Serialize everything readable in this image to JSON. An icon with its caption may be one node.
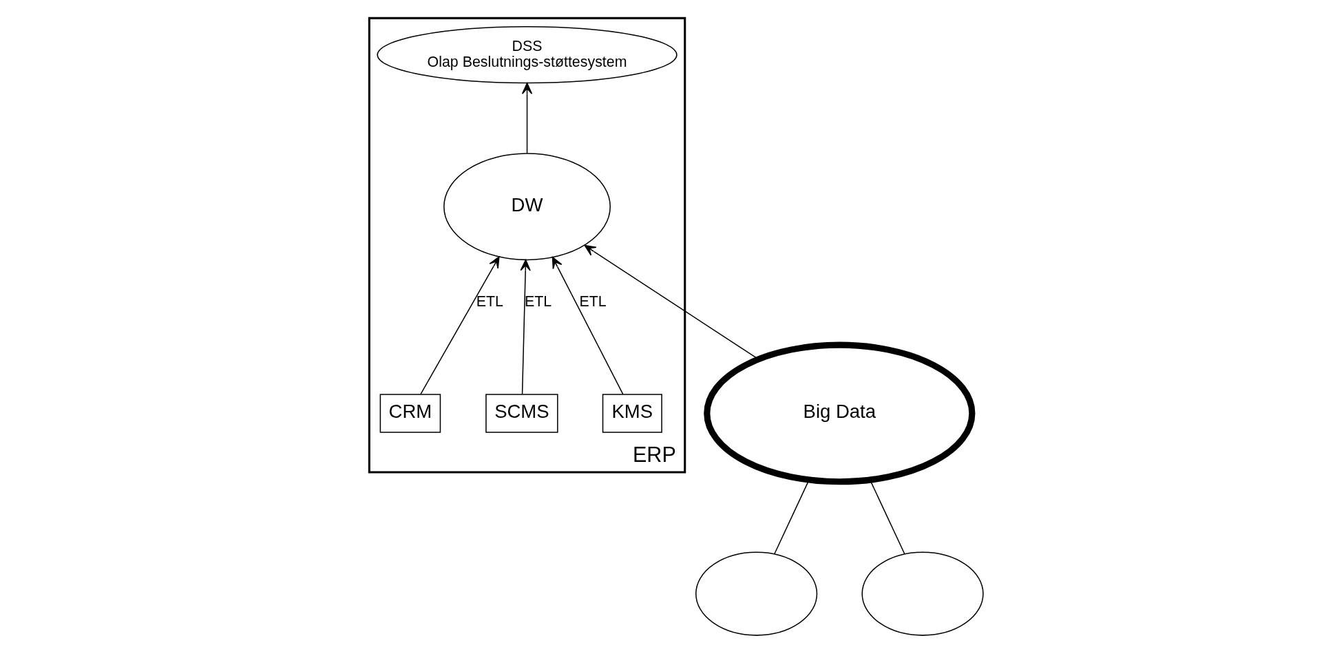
{
  "diagram": {
    "nodes": [
      {
        "text": [
          "Big Data"
        ]
      },
      {
        "text": [],
        "shape": "circle"
      },
      {
        "text": [],
        "shape": "circle"
      },
      {
        "text": [
          "ERP"
        ]
      },
      {
        "text": [
          "DSS",
          "Olap Beslutnings-støttesystem"
        ],
        "in": 3
      },
      {
        "text": [
          "DW"
        ],
        "in": 3
      },
      {
        "text": [
          "KMS"
        ],
        "in": 3
      },
      {
        "text": [
          "SCMS"
        ],
        "in": 3
      },
      {
        "text": [
          "CRM"
        ],
        "in": 3
      }
    ],
    "edges": [
      {
        "from": 0,
        "to": 1,
        "arrow": "none"
      },
      {
        "from": 0,
        "to": 2,
        "arrow": "none"
      },
      {
        "from": 0,
        "to": 5,
        "arrow": "to"
      },
      {
        "from": 5,
        "to": 4,
        "arrow": "to"
      },
      {
        "from": 6,
        "to": 5,
        "arrow": "to",
        "label": "ETL"
      },
      {
        "from": 7,
        "to": 5,
        "arrow": "to",
        "label": "ETL"
      },
      {
        "from": 8,
        "to": 5,
        "arrow": "to",
        "label": "ETL"
      }
    ]
  }
}
